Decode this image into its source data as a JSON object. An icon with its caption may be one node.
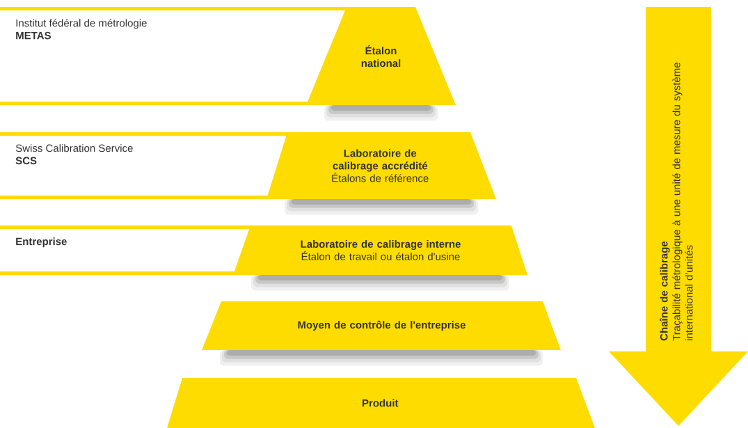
{
  "diagram": {
    "nodes": [
      {
        "text": [
          "Institut fédéral de métrologie",
          "METAS"
        ]
      },
      {
        "text": [
          "Étalon national"
        ]
      },
      {
        "text": [
          "Swiss Calibration Service",
          "SCS"
        ]
      },
      {
        "text": [
          "Laboratoire de calibrage accrédité",
          "Étalons de référence"
        ]
      },
      {
        "text": [
          "Entreprise"
        ]
      },
      {
        "text": [
          "Laboratoire de calibrage interne",
          "Étalon de travail ou étalon d'usine"
        ]
      },
      {
        "text": [
          "Moyen de contrôle de l'entreprise"
        ]
      },
      {
        "text": [
          "Produit"
        ]
      },
      {
        "text": [
          "Chaîne de calibrage",
          "Traçabilité métrologique à une unité de mesure du système international d'unités"
        ]
      }
    ],
    "edges": []
  }
}
